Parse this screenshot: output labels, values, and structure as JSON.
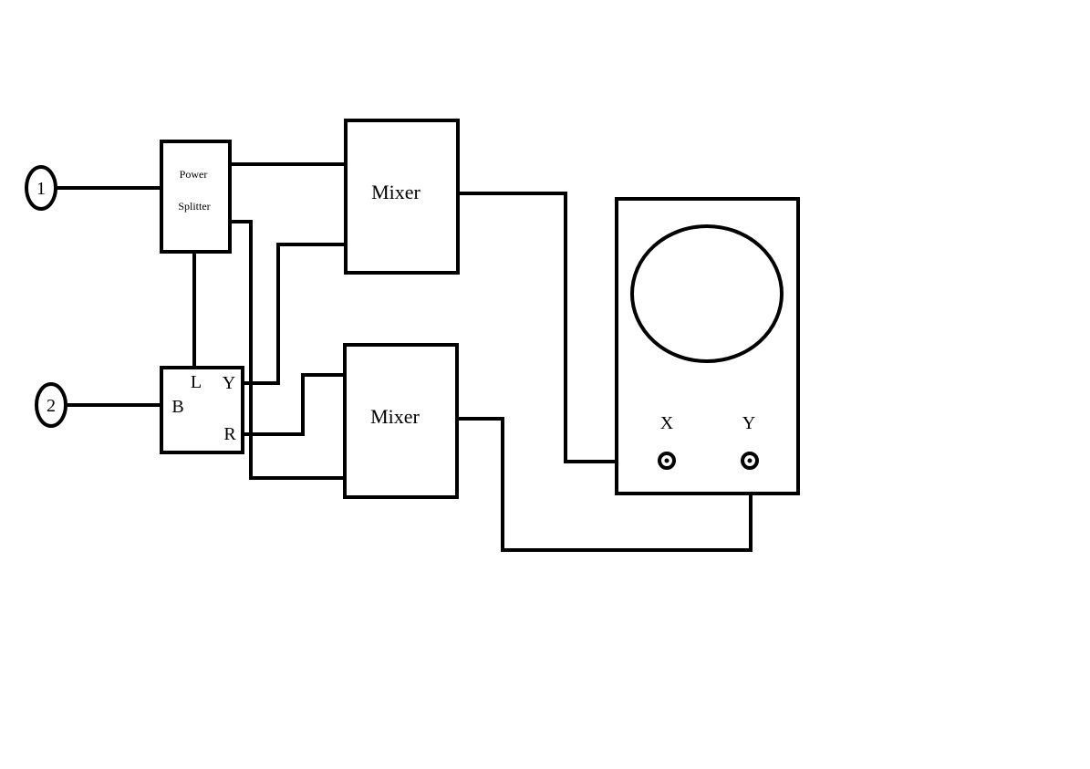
{
  "inputs": {
    "input1": "1",
    "input2": "2"
  },
  "power_splitter": {
    "line1": "Power",
    "line2": "Splitter"
  },
  "hybrid": {
    "port_b": "B",
    "port_l": "L",
    "port_y": "Y",
    "port_r": "R"
  },
  "mixer_top": {
    "label": "Mixer"
  },
  "mixer_bottom": {
    "label": "Mixer"
  },
  "oscilloscope": {
    "input_x": "X",
    "input_y": "Y"
  }
}
